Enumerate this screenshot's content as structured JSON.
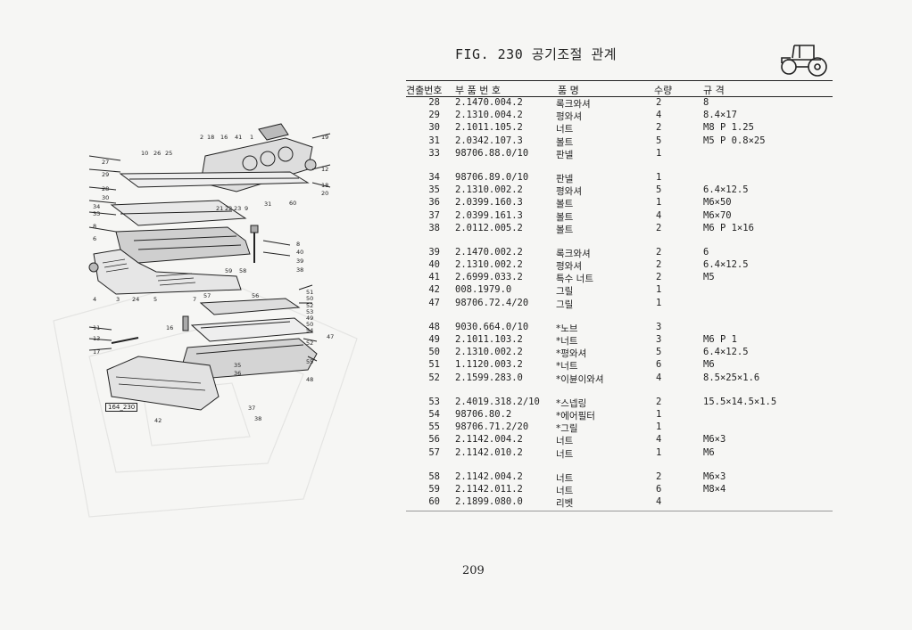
{
  "page": {
    "figure_title": "FIG. 230 공기조절 관계",
    "page_number": "209",
    "figure_tag": "164_230"
  },
  "table": {
    "headers": {
      "ref": "견출번호",
      "part_no": "부 품 번 호",
      "name": "품 명",
      "qty": "수량",
      "spec": "규 격"
    },
    "groups": [
      [
        {
          "ref": "28",
          "part": "2.1470.004.2",
          "name": "록크와셔",
          "qty": "2",
          "spec": "8"
        },
        {
          "ref": "29",
          "part": "2.1310.004.2",
          "name": "평와셔",
          "qty": "4",
          "spec": "8.4×17"
        },
        {
          "ref": "30",
          "part": "2.1011.105.2",
          "name": "너트",
          "qty": "2",
          "spec": "M8 P 1.25"
        },
        {
          "ref": "31",
          "part": "2.0342.107.3",
          "name": "볼트",
          "qty": "5",
          "spec": "M5 P 0.8×25"
        },
        {
          "ref": "33",
          "part": "98706.88.0/10",
          "name": "판넬",
          "qty": "1",
          "spec": ""
        }
      ],
      [
        {
          "ref": "34",
          "part": "98706.89.0/10",
          "name": "판넬",
          "qty": "1",
          "spec": ""
        },
        {
          "ref": "35",
          "part": "2.1310.002.2",
          "name": "평와셔",
          "qty": "5",
          "spec": "6.4×12.5"
        },
        {
          "ref": "36",
          "part": "2.0399.160.3",
          "name": "볼트",
          "qty": "1",
          "spec": "M6×50"
        },
        {
          "ref": "37",
          "part": "2.0399.161.3",
          "name": "볼트",
          "qty": "4",
          "spec": "M6×70"
        },
        {
          "ref": "38",
          "part": "2.0112.005.2",
          "name": "볼트",
          "qty": "2",
          "spec": "M6 P 1×16"
        }
      ],
      [
        {
          "ref": "39",
          "part": "2.1470.002.2",
          "name": "록크와셔",
          "qty": "2",
          "spec": "6"
        },
        {
          "ref": "40",
          "part": "2.1310.002.2",
          "name": "평와셔",
          "qty": "2",
          "spec": "6.4×12.5"
        },
        {
          "ref": "41",
          "part": "2.6999.033.2",
          "name": "특수 너트",
          "qty": "2",
          "spec": "M5"
        },
        {
          "ref": "42",
          "part": "008.1979.0",
          "name": "그릴",
          "qty": "1",
          "spec": ""
        },
        {
          "ref": "47",
          "part": "98706.72.4/20",
          "name": "그릴",
          "qty": "1",
          "spec": ""
        }
      ],
      [
        {
          "ref": "48",
          "part": "9030.664.0/10",
          "name": "*노브",
          "qty": "3",
          "spec": ""
        },
        {
          "ref": "49",
          "part": "2.1011.103.2",
          "name": "*너트",
          "qty": "3",
          "spec": "M6 P 1"
        },
        {
          "ref": "50",
          "part": "2.1310.002.2",
          "name": "*평와셔",
          "qty": "5",
          "spec": "6.4×12.5"
        },
        {
          "ref": "51",
          "part": "1.1120.003.2",
          "name": "*너트",
          "qty": "6",
          "spec": "M6"
        },
        {
          "ref": "52",
          "part": "2.1599.283.0",
          "name": "*이뷴이와셔",
          "qty": "4",
          "spec": "8.5×25×1.6"
        }
      ],
      [
        {
          "ref": "53",
          "part": "2.4019.318.2/10",
          "name": "*스넵링",
          "qty": "2",
          "spec": "15.5×14.5×1.5"
        },
        {
          "ref": "54",
          "part": "98706.80.2",
          "name": "*에어필터",
          "qty": "1",
          "spec": ""
        },
        {
          "ref": "55",
          "part": "98706.71.2/20",
          "name": "*그릴",
          "qty": "1",
          "spec": ""
        },
        {
          "ref": "56",
          "part": "2.1142.004.2",
          "name": "너트",
          "qty": "4",
          "spec": "M6×3"
        },
        {
          "ref": "57",
          "part": "2.1142.010.2",
          "name": "너트",
          "qty": "1",
          "spec": "M6"
        }
      ],
      [
        {
          "ref": "58",
          "part": "2.1142.004.2",
          "name": "너트",
          "qty": "2",
          "spec": "M6×3"
        },
        {
          "ref": "59",
          "part": "2.1142.011.2",
          "name": "너트",
          "qty": "6",
          "spec": "M8×4"
        },
        {
          "ref": "60",
          "part": "2.1899.080.0",
          "name": "리벳",
          "qty": "4",
          "spec": ""
        }
      ]
    ]
  },
  "diagram_callouts": [
    {
      "label": "2"
    },
    {
      "label": "18"
    },
    {
      "label": "16"
    },
    {
      "label": "41"
    },
    {
      "label": "1"
    },
    {
      "label": "19"
    },
    {
      "label": "10"
    },
    {
      "label": "26"
    },
    {
      "label": "25"
    },
    {
      "label": "27"
    },
    {
      "label": "12"
    },
    {
      "label": "29"
    },
    {
      "label": "28"
    },
    {
      "label": "18"
    },
    {
      "label": "20"
    },
    {
      "label": "30"
    },
    {
      "label": "34"
    },
    {
      "label": "33"
    },
    {
      "label": "31"
    },
    {
      "label": "60"
    },
    {
      "label": "21"
    },
    {
      "label": "22"
    },
    {
      "label": "23"
    },
    {
      "label": "9"
    },
    {
      "label": "8"
    },
    {
      "label": "6"
    },
    {
      "label": "8"
    },
    {
      "label": "40"
    },
    {
      "label": "39"
    },
    {
      "label": "38"
    },
    {
      "label": "59"
    },
    {
      "label": "58"
    },
    {
      "label": "4"
    },
    {
      "label": "3"
    },
    {
      "label": "24"
    },
    {
      "label": "5"
    },
    {
      "label": "7"
    },
    {
      "label": "57"
    },
    {
      "label": "56"
    },
    {
      "label": "51"
    },
    {
      "label": "50"
    },
    {
      "label": "52"
    },
    {
      "label": "53"
    },
    {
      "label": "49"
    },
    {
      "label": "50"
    },
    {
      "label": "54"
    },
    {
      "label": "47"
    },
    {
      "label": "11"
    },
    {
      "label": "16"
    },
    {
      "label": "13"
    },
    {
      "label": "52"
    },
    {
      "label": "17"
    },
    {
      "label": "55"
    },
    {
      "label": "35"
    },
    {
      "label": "36"
    },
    {
      "label": "48"
    },
    {
      "label": "37"
    },
    {
      "label": "38"
    },
    {
      "label": "42"
    }
  ]
}
